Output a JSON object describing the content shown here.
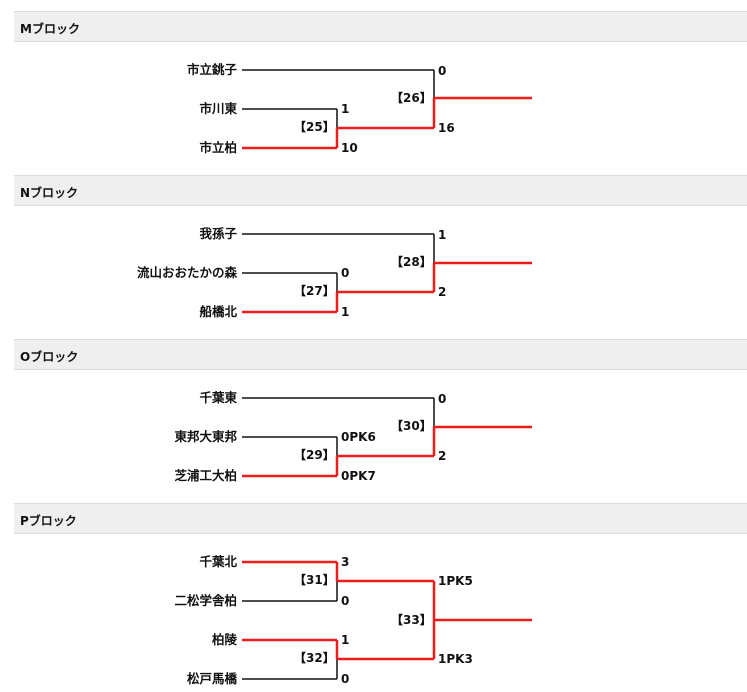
{
  "colors": {
    "winner_line": "#ee1c1c",
    "loser_line": "#111111",
    "header_bg": "#efefef"
  },
  "blocks": [
    {
      "title": "Mブロック",
      "teams": [
        "市立銚子",
        "市川東",
        "市立柏"
      ],
      "matches": [
        {
          "no": "【25】",
          "top_score": "1",
          "bottom_score": "10",
          "winner": "bottom"
        },
        {
          "no": "【26】",
          "top_score": "0",
          "bottom_score": "16",
          "winner": "bottom"
        }
      ]
    },
    {
      "title": "Nブロック",
      "teams": [
        "我孫子",
        "流山おおたかの森",
        "船橋北"
      ],
      "matches": [
        {
          "no": "【27】",
          "top_score": "0",
          "bottom_score": "1",
          "winner": "bottom"
        },
        {
          "no": "【28】",
          "top_score": "1",
          "bottom_score": "2",
          "winner": "bottom"
        }
      ]
    },
    {
      "title": "Oブロック",
      "teams": [
        "千葉東",
        "東邦大東邦",
        "芝浦工大柏"
      ],
      "matches": [
        {
          "no": "【29】",
          "top_score": "0PK6",
          "bottom_score": "0PK7",
          "winner": "bottom"
        },
        {
          "no": "【30】",
          "top_score": "0",
          "bottom_score": "2",
          "winner": "bottom"
        }
      ]
    },
    {
      "title": "Pブロック",
      "teams": [
        "千葉北",
        "二松学舎柏",
        "柏陵",
        "松戸馬橋"
      ],
      "matches": [
        {
          "no": "【31】",
          "top_score": "3",
          "bottom_score": "0",
          "winner": "top"
        },
        {
          "no": "【32】",
          "top_score": "1",
          "bottom_score": "0",
          "winner": "top"
        },
        {
          "no": "【33】",
          "top_score": "1PK5",
          "bottom_score": "1PK3",
          "winner": "top"
        }
      ]
    }
  ]
}
